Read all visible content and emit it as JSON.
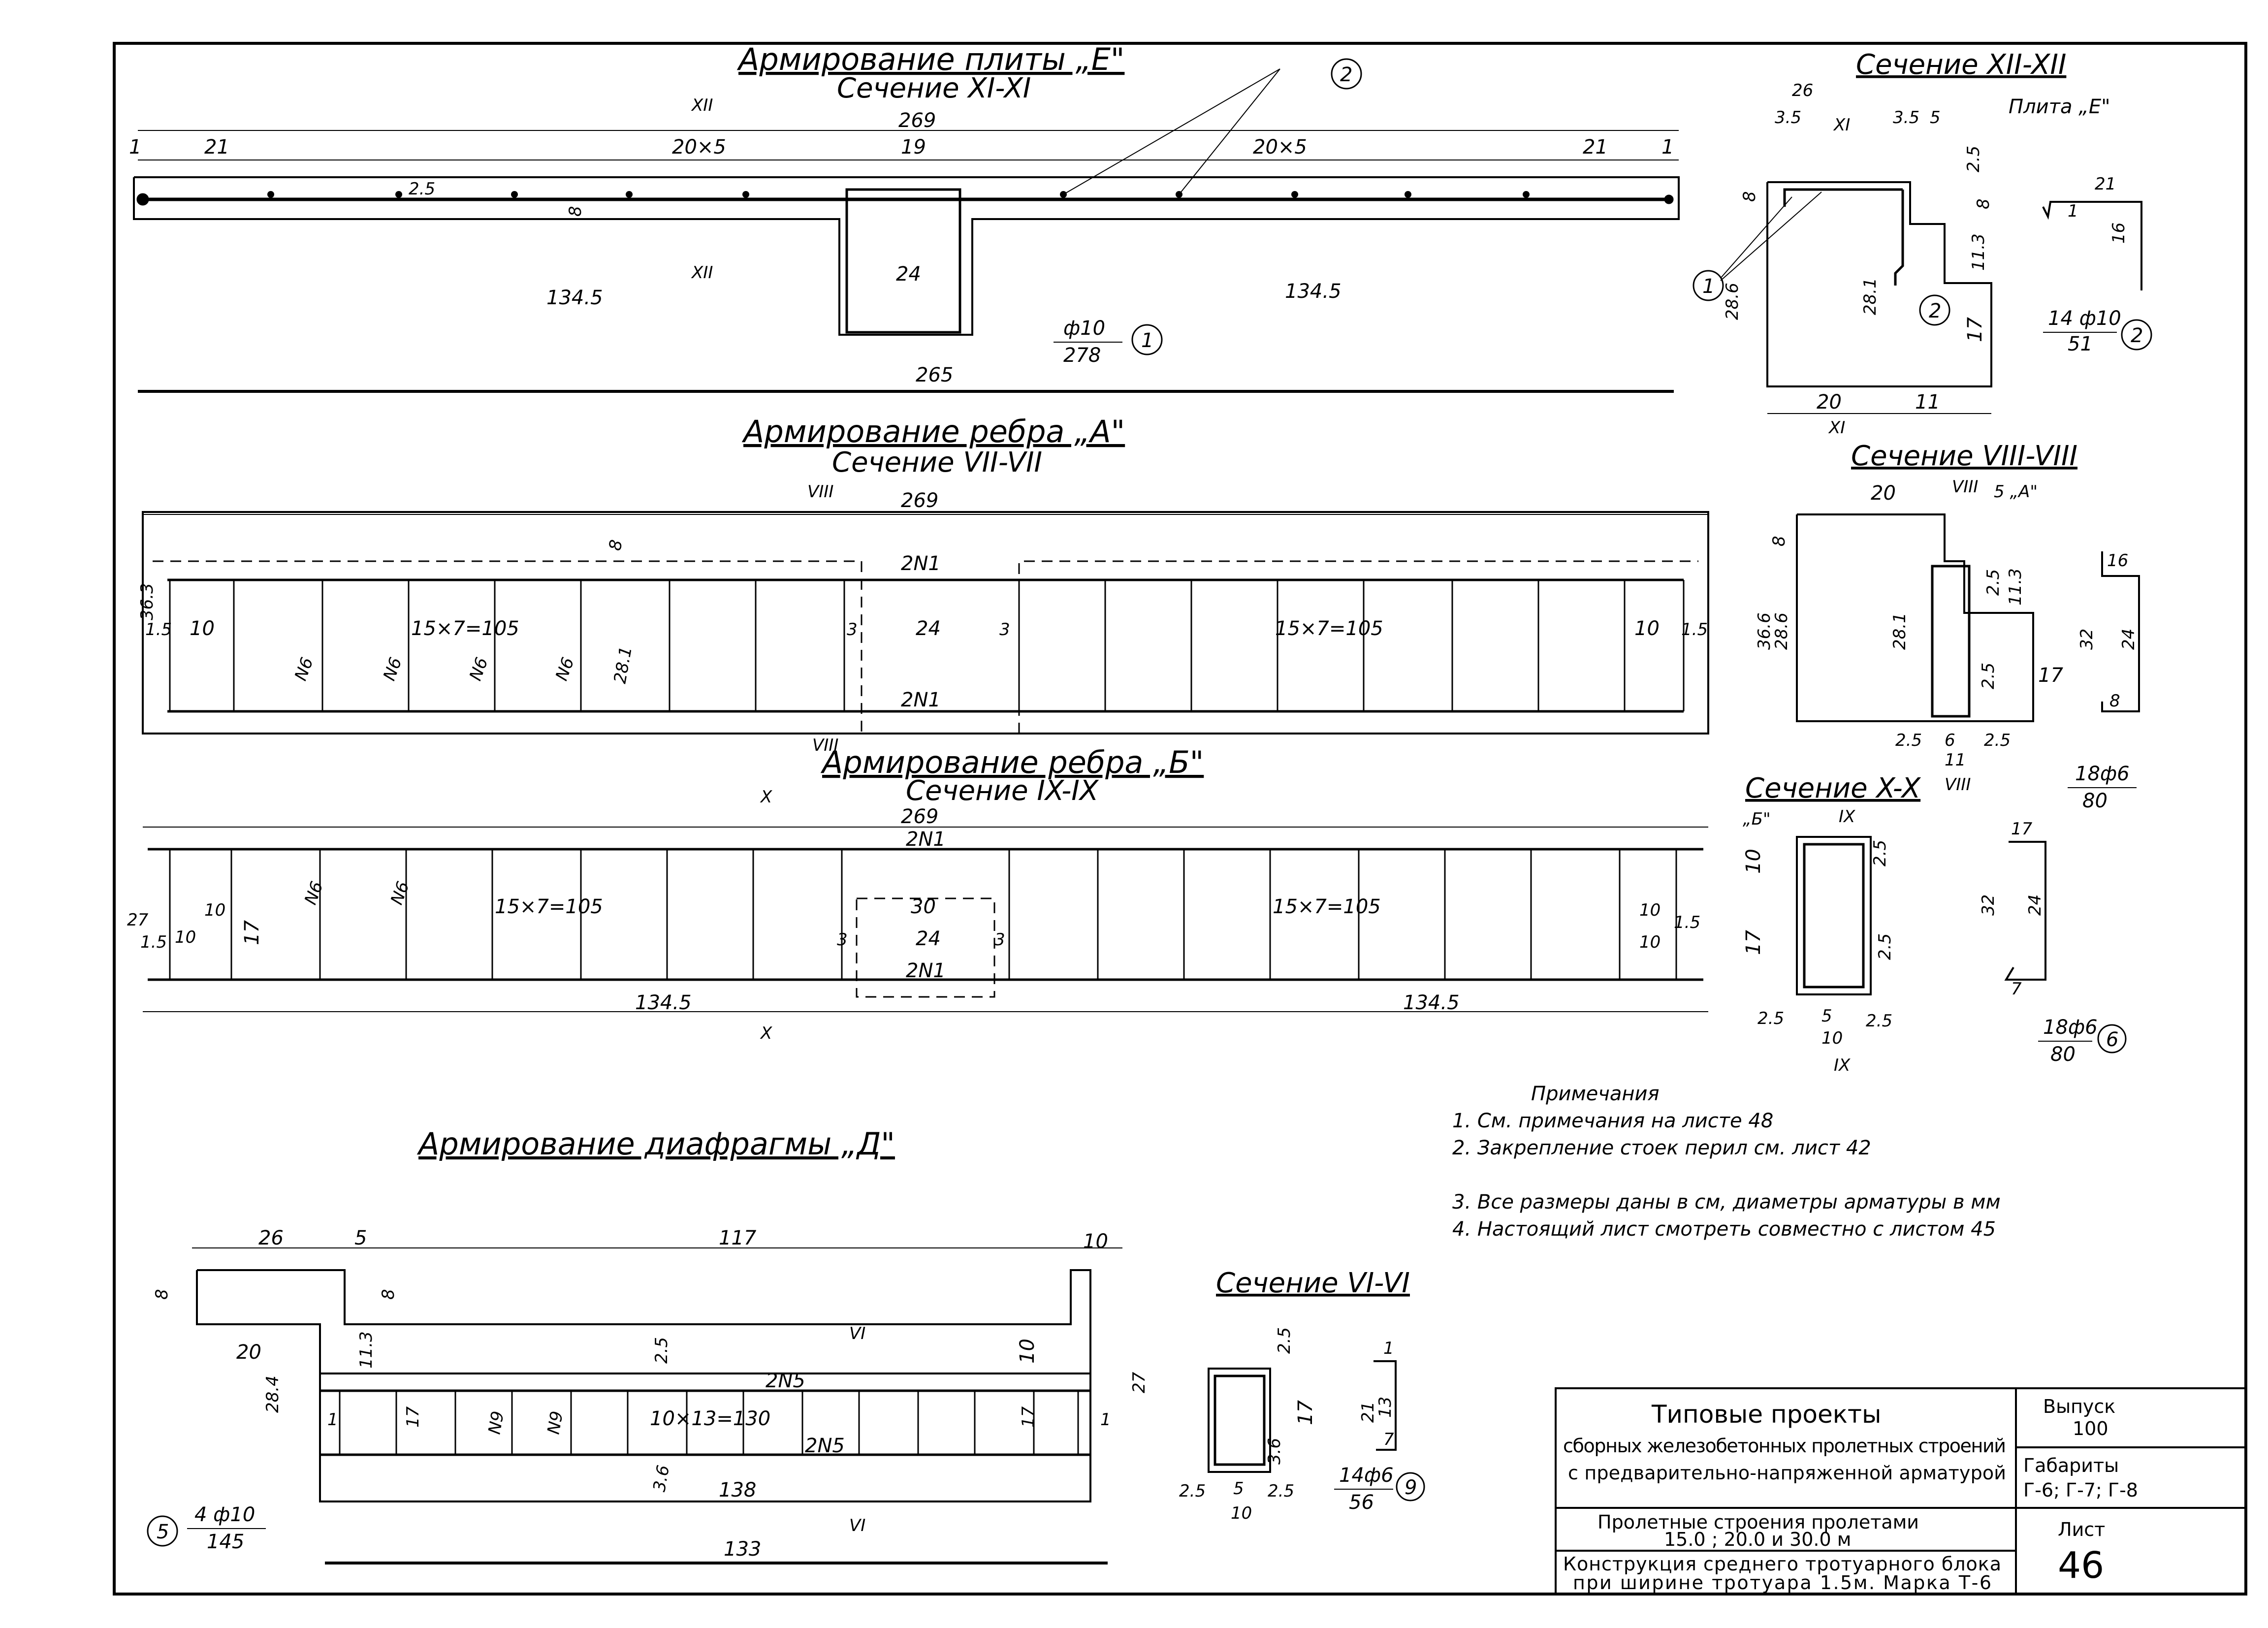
{
  "titles": {
    "plate_e": "Армирование плиты „Е\"",
    "sec_xi": "Сечение XI-XI",
    "rib_a": "Армирование ребра „А\"",
    "sec_vii": "Сечение VII-VII",
    "rib_b": "Армирование ребра „Б\"",
    "sec_ix": "Сечение IX-IX",
    "diaphragm": "Армирование диафрагмы „Д\"",
    "sec_xii": "Сечение XII-XII",
    "sec_viii": "Сечение VIII-VIII",
    "sec_x": "Сечение X-X",
    "sec_vi": "Сечение VI-VI",
    "plita_e": "Плита „Е\"",
    "label_a": "5 „А\"",
    "label_b": "„Б\""
  },
  "dims": {
    "d269": "269",
    "d21": "21",
    "d20x5": "20×5",
    "d19": "19",
    "d1": "1",
    "d2_5": "2.5",
    "d8": "8",
    "d24": "24",
    "d134_5": "134.5",
    "d265": "265",
    "d265_": "265",
    "d15": "1.5",
    "d10": "10",
    "d15x7": "15×7=105",
    "dN6": "N6",
    "d28_1": "28.1",
    "d3": "3",
    "d36_3": "36.3",
    "d2N1": "2N1",
    "d27": "27",
    "d30": "30",
    "d17": "17",
    "d26": "26",
    "d5": "5",
    "d117": "117",
    "d20": "20",
    "d11_3": "11.3",
    "d28_4": "28.4",
    "d10x13": "10×13=130",
    "d2N5": "2N5",
    "dN9": "N9",
    "d138": "138",
    "d133": "133",
    "d3_6": "3.6",
    "d3_5": "3.5",
    "d28_6": "28.6",
    "d11": "11",
    "d16": "16",
    "d36_6": "36.6",
    "d32": "32",
    "d6": "6",
    "d13": "13",
    "d7": "7",
    "d9": "9"
  },
  "marks": {
    "m1_top": "ф10",
    "m1_bot": "278",
    "m1_num": "1",
    "m2_top": "14 ф10",
    "m2_bot": "51",
    "m2_num": "2",
    "m6_top": "18ф6",
    "m6_bot": "80",
    "m6b_top": "18ф6",
    "m6b_bot": "80",
    "m6_num": "6",
    "m5_top": "4 ф10",
    "m5_bot": "145",
    "m5_num": "5",
    "m9_top": "14ф6",
    "m9_bot": "56",
    "m9_num": "9"
  },
  "roman": {
    "xii": "XII",
    "xi": "XI",
    "viii": "VIII",
    "x": "X",
    "ix": "IX",
    "vi": "VI"
  },
  "notes": {
    "heading": "Примечания",
    "n1": "1. См. примечания на листе 48",
    "n2": "2. Закрепление стоек перил см. лист 42",
    "n3": "3. Все размеры даны в см, диаметры арматуры в мм",
    "n4": "4. Настоящий лист смотреть совместно с листом 45"
  },
  "stamp": {
    "line1": "Типовые проекты",
    "line2": "сборных железобетонных пролетных строений",
    "line3": "с предварительно-напряженной арматурой",
    "line4": "Пролетные строения пролетами",
    "line5": "15.0 ; 20.0 и 30.0 м",
    "line6": "Конструкция среднего тротуарного блока",
    "line7": "при ширине тротуара 1.5м. Марка Т-6",
    "vypusk_label": "Выпуск",
    "vypusk": "100",
    "gabarity_label": "Габариты",
    "gabarity": "Г-6; Г-7; Г-8",
    "list_label": "Лист",
    "list": "46"
  }
}
